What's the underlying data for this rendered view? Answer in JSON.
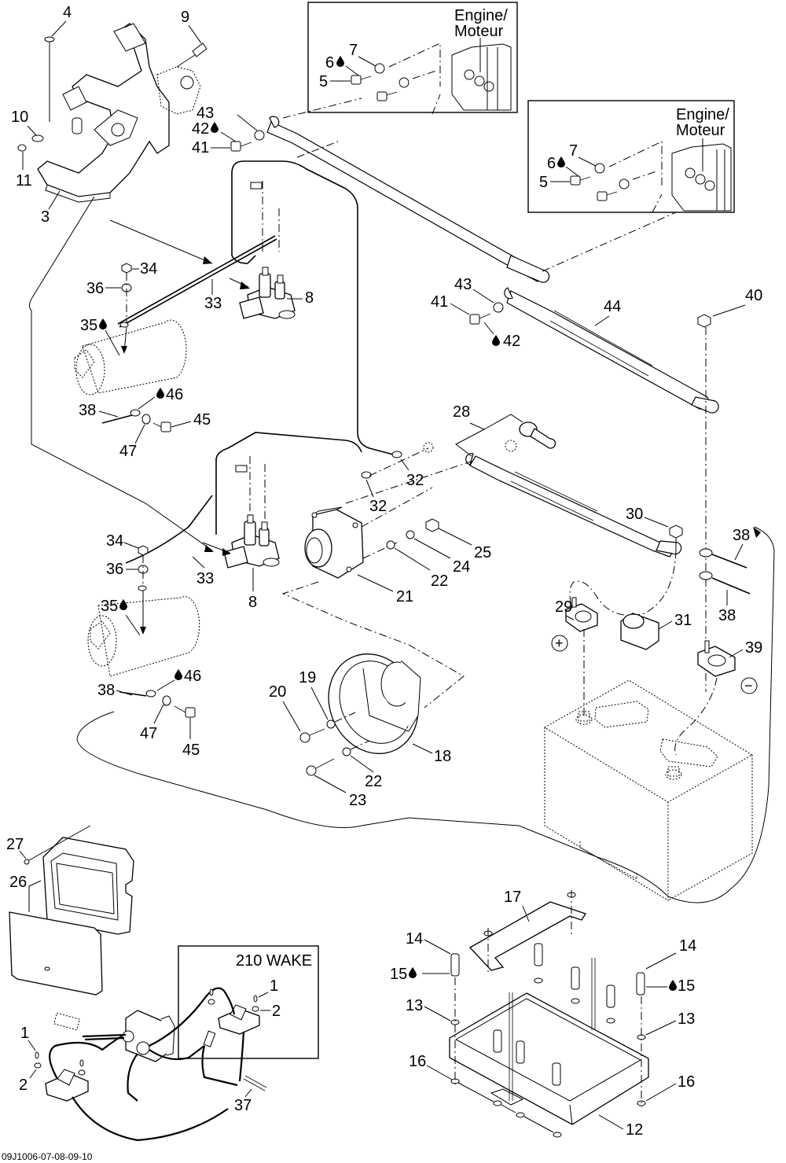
{
  "diagram": {
    "type": "exploded-parts-diagram",
    "footer_code": "09J1006-07-08-09-10",
    "insets": [
      {
        "id": "engine-inset-1",
        "title_line1": "Engine/",
        "title_line2": "Moteur",
        "callouts": [
          "5",
          "6",
          "7"
        ]
      },
      {
        "id": "engine-inset-2",
        "title_line1": "Engine/",
        "title_line2": "Moteur",
        "callouts": [
          "5",
          "6",
          "7"
        ]
      },
      {
        "id": "wake-inset",
        "title": "210 WAKE",
        "callouts": [
          "1",
          "2"
        ]
      }
    ],
    "terminal_signs": {
      "positive": "+",
      "negative": "−"
    },
    "lubricant_marked_parts": [
      "6",
      "15",
      "35",
      "42",
      "46"
    ],
    "callouts": {
      "c1a": "1",
      "c1b": "1",
      "c2a": "2",
      "c2b": "2",
      "c3": "3",
      "c4": "4",
      "c5a": "5",
      "c5b": "5",
      "c6a": "6",
      "c6b": "6",
      "c7a": "7",
      "c7b": "7",
      "c8a": "8",
      "c8b": "8",
      "c9": "9",
      "c10": "10",
      "c11": "11",
      "c12": "12",
      "c13a": "13",
      "c13b": "13",
      "c14a": "14",
      "c14b": "14",
      "c15a": "15",
      "c15b": "15",
      "c16a": "16",
      "c16b": "16",
      "c17": "17",
      "c18": "18",
      "c19": "19",
      "c20": "20",
      "c21": "21",
      "c22a": "22",
      "c22b": "22",
      "c23": "23",
      "c24": "24",
      "c25": "25",
      "c26": "26",
      "c27": "27",
      "c28": "28",
      "c29": "29",
      "c30": "30",
      "c31": "31",
      "c32a": "32",
      "c32b": "32",
      "c33a": "33",
      "c33b": "33",
      "c34a": "34",
      "c34b": "34",
      "c35a": "35",
      "c35b": "35",
      "c36a": "36",
      "c36b": "36",
      "c37": "37",
      "c38a": "38",
      "c38b": "38",
      "c38c": "38",
      "c38d": "38",
      "c39": "39",
      "c40": "40",
      "c41a": "41",
      "c41b": "41",
      "c42a": "42",
      "c42b": "42",
      "c43a": "43",
      "c43b": "43",
      "c44": "44",
      "c45a": "45",
      "c45b": "45",
      "c46a": "46",
      "c46b": "46",
      "c47a": "47",
      "c47b": "47"
    }
  }
}
